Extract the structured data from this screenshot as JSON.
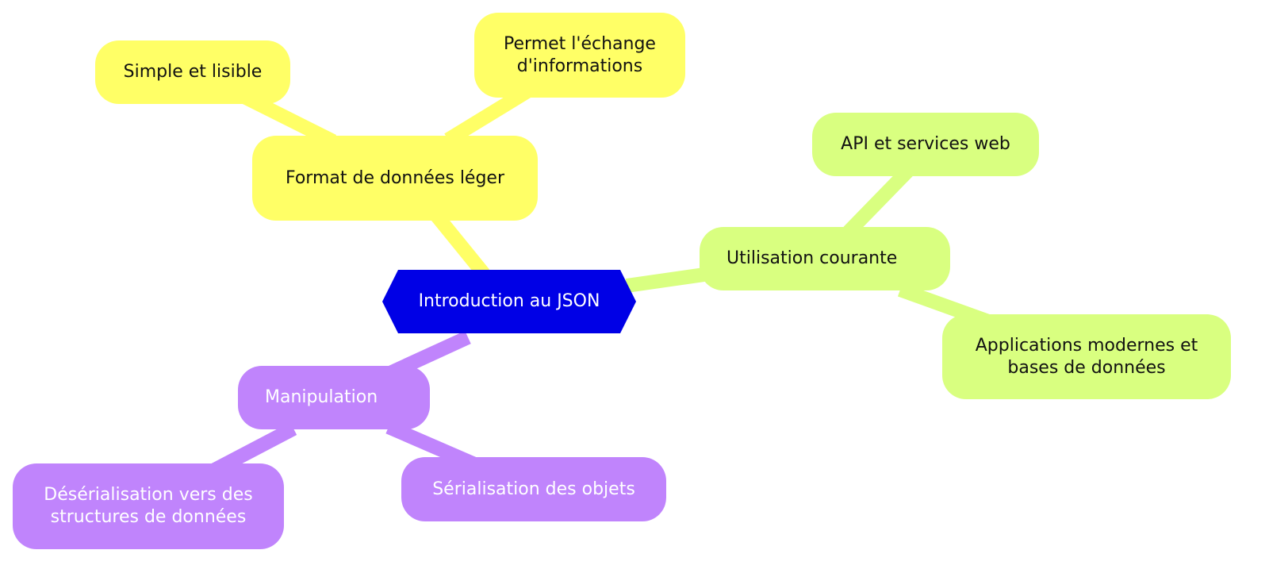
{
  "root": {
    "label": "Introduction au JSON"
  },
  "branches": {
    "format": {
      "label": "Format de données léger",
      "children": [
        "Simple et lisible",
        "Permet l'échange\nd'informations"
      ]
    },
    "usage": {
      "label": "Utilisation courante",
      "children": [
        "API et services web",
        "Applications modernes et\nbases de données"
      ]
    },
    "manipulation": {
      "label": "Manipulation",
      "children": [
        "Désérialisation vers des\nstructures de données",
        "Sérialisation des objets"
      ]
    }
  },
  "colors": {
    "root": "#0000e6",
    "yellow": "#ffff66",
    "green": "#d9ff80",
    "purple": "#c084fc"
  }
}
